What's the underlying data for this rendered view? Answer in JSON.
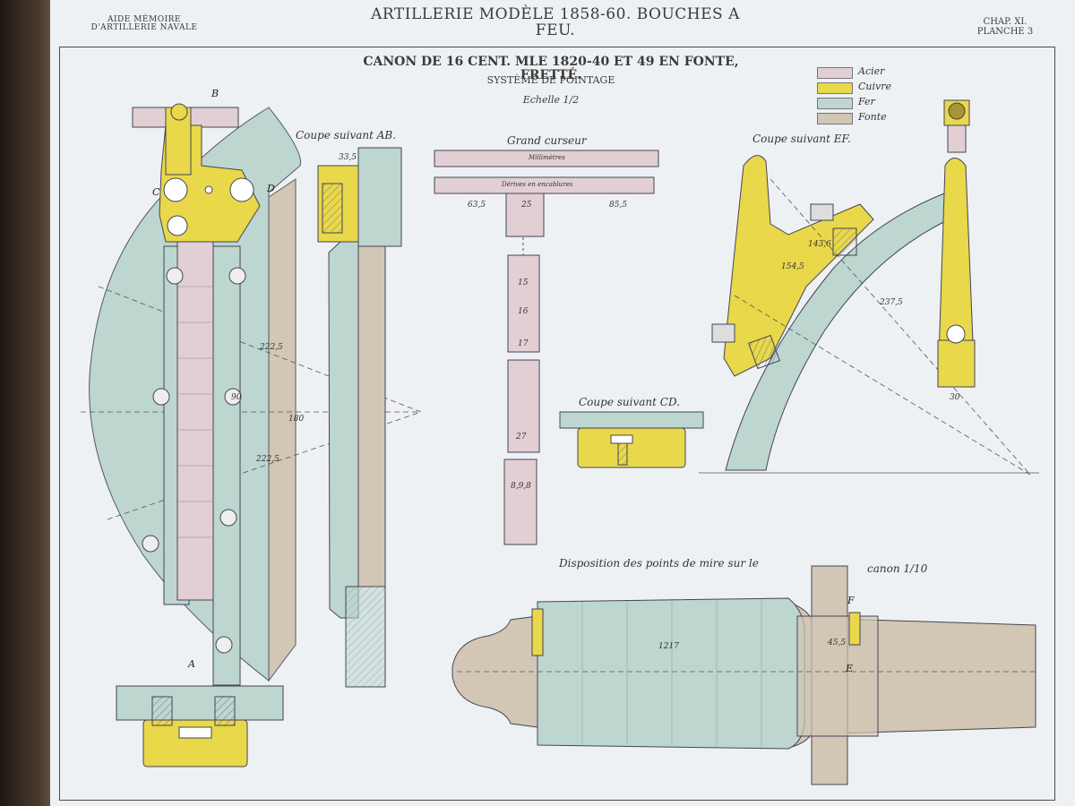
{
  "header": {
    "main_title": "ARTILLERIE MODÈLE 1858-60. BOUCHES A FEU.",
    "aide_memoire": "AIDE MÉMOIRE D'ARTILLERIE NAVALE",
    "chapter": "CHAP. XI.",
    "plate": "PLANCHE 3"
  },
  "drawing": {
    "subtitle": "CANON DE 16 CENT. MLE 1820-40 ET 49 EN FONTE, FRETTÉ.",
    "system": "SYSTÈME DE POINTAGE",
    "scale": "Echelle 1/2"
  },
  "legend": [
    {
      "label": "Acier",
      "color": "#e2cfd3"
    },
    {
      "label": "Cuivre",
      "color": "#e8d84a"
    },
    {
      "label": "Fer",
      "color": "#bdd6cf"
    },
    {
      "label": "Fonte",
      "color": "#d2c6b4"
    }
  ],
  "views": {
    "coupe_ab": "Coupe suivant AB.",
    "grand_curseur": "Grand curseur",
    "coupe_cd": "Coupe suivant CD.",
    "coupe_ef": "Coupe suivant EF.",
    "disposition": "Disposition des points de mire sur le",
    "canon_scale": "canon 1/10"
  },
  "dimensions": {
    "d1": "222,5",
    "d2": "180",
    "d3": "222,5",
    "d4": "90",
    "d5": "63,5",
    "d6": "85,5",
    "d7": "25",
    "d8": "15",
    "d9": "16",
    "d10": "17",
    "d11": "27",
    "d12": "8,9,8",
    "d13": "154,5",
    "d14": "143,6",
    "d15": "237,5",
    "d16": "30",
    "d17": "33,5",
    "d18": "1217",
    "d19": "45,5",
    "d20": "Millimètres",
    "d21": "Dérives en encablures"
  },
  "letters": {
    "a": "A",
    "b": "B",
    "c": "C",
    "d": "D",
    "e": "E",
    "f": "F"
  }
}
